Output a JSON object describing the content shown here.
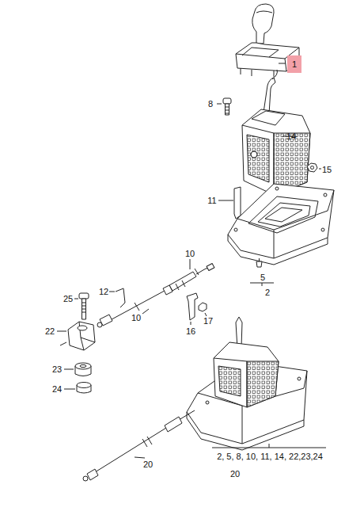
{
  "diagram": {
    "nodes": [
      {
        "text": [
          "1"
        ]
      }
    ],
    "labels": [
      "8",
      "14",
      "15",
      "11",
      "10",
      "5",
      "2",
      "12",
      "25",
      "10",
      "17",
      "22",
      "16",
      "23",
      "24",
      "2, 5, 8, 10, 11, 14, 22,23,24",
      "20",
      "20"
    ]
  }
}
